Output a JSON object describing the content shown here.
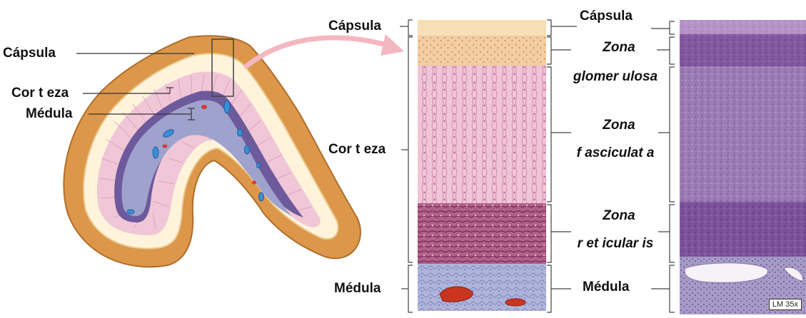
{
  "left_labels": {
    "capsula": "Cápsula",
    "corteza": "Cor t eza",
    "medula": "Médula"
  },
  "middle_labels": {
    "capsula": "Cápsula",
    "corteza": "Cor t eza",
    "medula": "Médula"
  },
  "right_labels": {
    "capsula": "Cápsula",
    "glomerulosa_1": "Zona",
    "glomerulosa_2": "glomer ulosa",
    "fasciculata_1": "Zona",
    "fasciculata_2": "f asciculat a",
    "reticularis_1": "Zona",
    "reticularis_2": "r et icular is",
    "medula": "Médula"
  },
  "micrograph": {
    "magnification": "LM 35x"
  },
  "colors": {
    "capsule": "#f3d9a8",
    "glomerulosa": "#f1c89c",
    "fasciculata": "#f0c4d6",
    "reticularis": "#a8567e",
    "medulla": "#aab0d6",
    "micrograph": "#8c6aa8",
    "arrow": "#f4b7c1",
    "gland_outer": "#dd9a4e"
  }
}
